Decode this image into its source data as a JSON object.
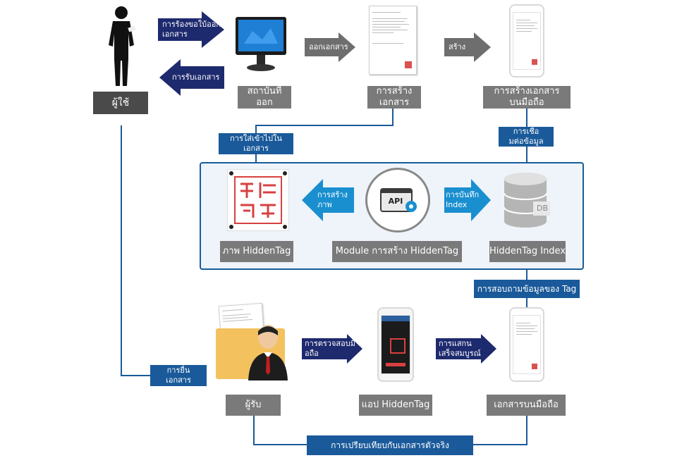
{
  "nodes": {
    "user": "ผู้ใช้",
    "issuer": "สถาบันที่\nออก",
    "doc_create": "การสร้าง\nเอกสาร",
    "mobile_doc_create": "การสร้างเอกสาร\nบนมือถือ",
    "hiddentag_image": "ภาพ HiddenTag",
    "module": "Module การสร้าง HiddenTag",
    "index": "HiddenTag Index",
    "receiver": "ผู้รับ",
    "app": "แอป HiddenTag",
    "mobile_doc": "เอกสารบนมือถือ"
  },
  "arrows": {
    "request_doc": "การร้องขอใบ้ออก\nเอกสาร",
    "receive_doc": "การรับเอกสาร",
    "issue_doc": "ออกเอกสาร",
    "create": "สร้าง",
    "create_image": "การสร้าง\nภาพ",
    "record_index": "การบันทึก\nIndex",
    "verify_mobile": "การตรวจสอบมื\nอถือ",
    "scan_complete": "การแสกน\nเสร็จสมบูรณ์"
  },
  "labels": {
    "insert_into_doc": "การใส่เข้าไปใน\nเอกสาร",
    "data_connection": "การเชื่อ\nมต่อข้อมูล",
    "tag_query": "การสอบถามข้อมูลของ Tag",
    "submit_doc": "การยื่น\nเอกสาร",
    "compare_original": "การเปรียบเทียบกับเอกสารตัวจริง"
  },
  "icons": {
    "api": "API",
    "db": "DB"
  },
  "colors": {
    "node_gray": "#7a7a7a",
    "label_blue": "#1a5a9a",
    "arrow_navy": "#1e2a6e",
    "arrow_gray": "#6e6e6e",
    "arrow_cyan": "#1a8fd0"
  }
}
